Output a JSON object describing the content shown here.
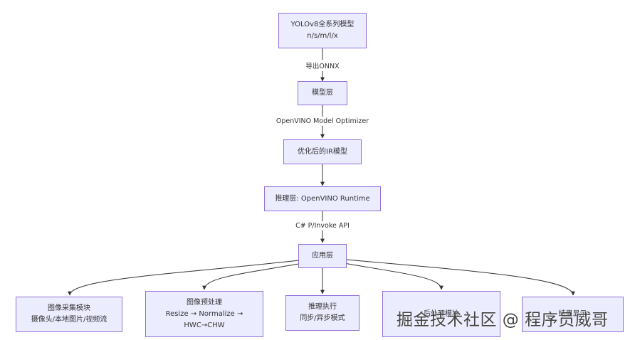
{
  "nodes": {
    "yolo": [
      "YOLOv8全系列模型",
      "n/s/m/l/x"
    ],
    "model_layer": [
      "模型层"
    ],
    "ir_model": [
      "优化后的IR模型"
    ],
    "infer_layer": [
      "推理层: OpenVINO Runtime"
    ],
    "app_layer": [
      "应用层"
    ],
    "capture": [
      "图像采集模块",
      "摄像头/本地图片/视频流"
    ],
    "preprocess": [
      "图像预处理",
      "Resize → Normalize →",
      "HWC→CHW"
    ],
    "execute": [
      "推理执行",
      "同步/异步模式"
    ],
    "postprocess": [
      "后处理模块",
      ""
    ],
    "display": [
      "结果显示",
      ""
    ]
  },
  "edge_labels": {
    "export": "导出ONNX",
    "optimizer": "OpenVINO Model Optimizer",
    "pinvoke": "C# P/Invoke API"
  },
  "watermark": "掘金技术社区 @ 程序员威哥",
  "colors": {
    "node_fill": "#ECECFF",
    "node_border": "#9370DB",
    "edge": "#333333"
  }
}
